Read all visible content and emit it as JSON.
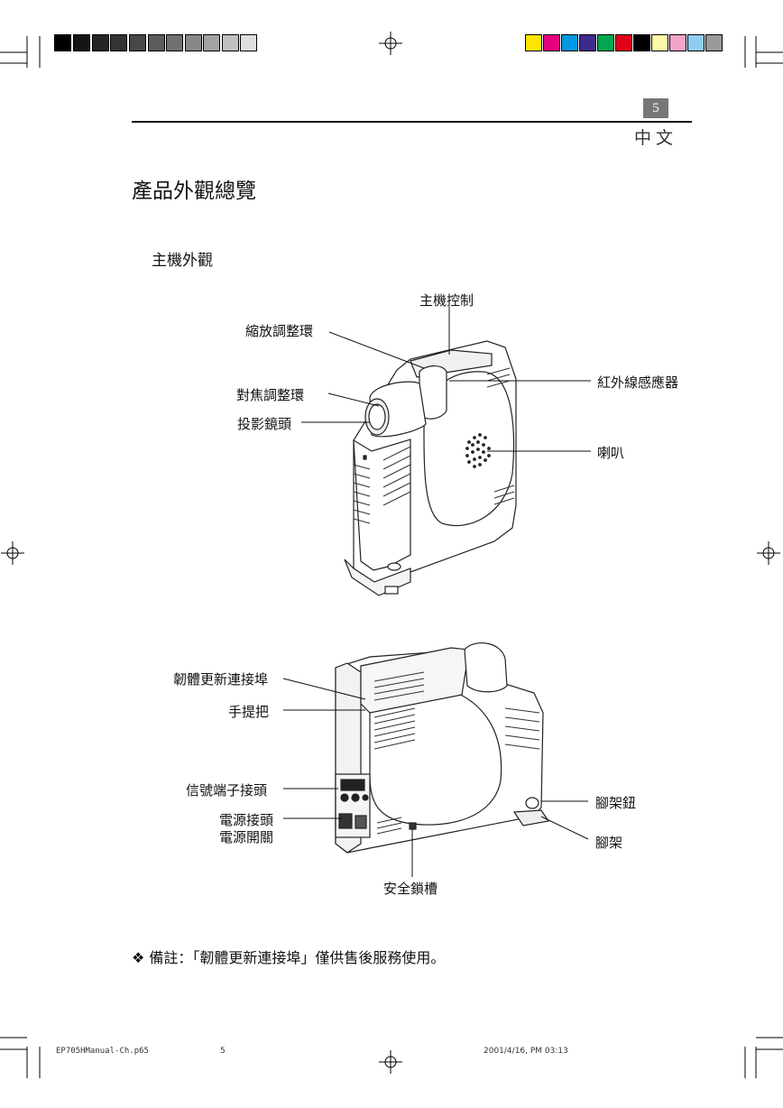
{
  "header": {
    "page_number": "5",
    "language": "中文"
  },
  "gray_bar": [
    "#000000",
    "#141414",
    "#242424",
    "#333333",
    "#474747",
    "#5c5c5c",
    "#717171",
    "#888888",
    "#a3a3a3",
    "#c0c0c0",
    "#dedede",
    "#ffffff"
  ],
  "color_bar": [
    "#ffe600",
    "#e5007e",
    "#0096e0",
    "#3d2a8c",
    "#00a650",
    "#e2001a",
    "#000000",
    "#fff8a8",
    "#f5a3c7",
    "#8fcdf0",
    "#999999"
  ],
  "title": "產品外觀總覽",
  "subtitle": "主機外觀",
  "front_view": {
    "labels": {
      "control": "主機控制",
      "zoom_ring": "縮放調整環",
      "ir_sensor": "紅外線感應器",
      "focus_ring": "對焦調整環",
      "lens": "投影鏡頭",
      "speaker": "喇叭"
    }
  },
  "back_view": {
    "labels": {
      "firmware_port": "韌體更新連接埠",
      "handle": "手提把",
      "signal_port": "信號端子接頭",
      "power_jack": "電源接頭",
      "power_switch": "電源開關",
      "foot_button": "腳架鈕",
      "foot": "腳架",
      "security_slot": "安全鎖槽"
    }
  },
  "note": "❖ 備註：「韌體更新連接埠」僅供售後服務使用。",
  "footer": {
    "file": "EP705HManual-Ch.p65",
    "page": "5",
    "timestamp": "2001/4/16, PM 03:13"
  }
}
